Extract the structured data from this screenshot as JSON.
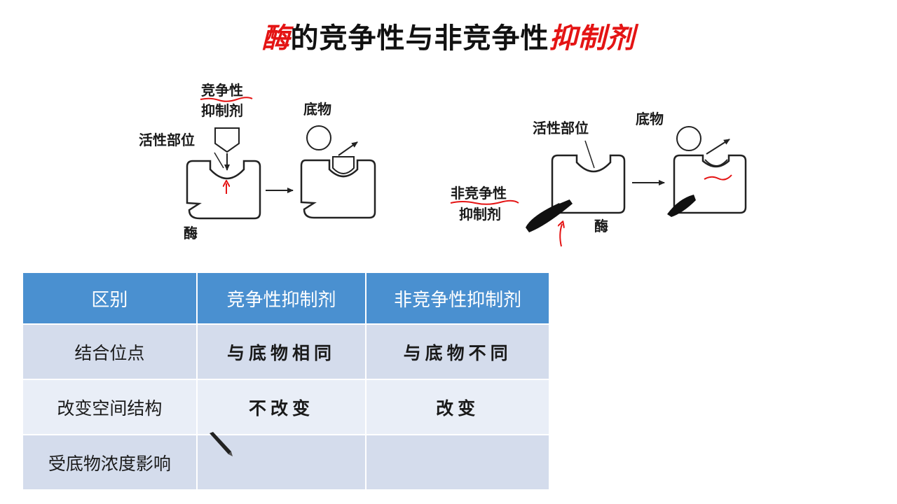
{
  "title": {
    "prefix": "酶",
    "middle": "的竞争性与非竞争性",
    "suffix": "抑制剂"
  },
  "left_diagram": {
    "inhibitor_label_line1": "竞争性",
    "inhibitor_label_line2": "抑制剂",
    "active_site_label": "活性部位",
    "substrate_label": "底物",
    "enzyme_label": "酶"
  },
  "right_diagram": {
    "active_site_label": "活性部位",
    "substrate_label": "底物",
    "inhibitor_label_line1": "非竞争性",
    "inhibitor_label_line2": "抑制剂",
    "enzyme_label": "酶"
  },
  "table": {
    "headers": [
      "区别",
      "竞争性抑制剂",
      "非竞争性抑制剂"
    ],
    "rows": [
      [
        "结合位点",
        "与底物相同",
        "与底物不同"
      ],
      [
        "改变空间结构",
        "不改变",
        "改变"
      ],
      [
        "受底物浓度影响",
        "",
        ""
      ]
    ]
  },
  "colors": {
    "title_accent": "#e41414",
    "table_header": "#4a90d0",
    "row_odd": "#d4dcec",
    "row_even": "#e9eef7",
    "annotation": "#e41414"
  }
}
